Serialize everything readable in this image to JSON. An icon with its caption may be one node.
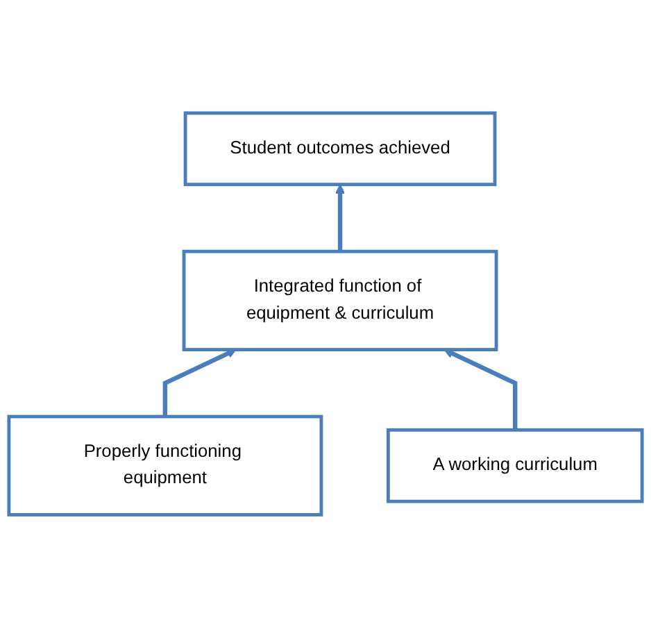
{
  "diagram": {
    "nodes": [
      {
        "text": [
          "Student outcomes achieved"
        ]
      },
      {
        "text": [
          "Integrated function of equipment & curriculum"
        ]
      },
      {
        "text": [
          "Properly functioning equipment"
        ]
      },
      {
        "text": [
          "A working curriculum"
        ]
      }
    ],
    "edges": [
      {
        "from": 1,
        "to": 0,
        "arrow": "to"
      },
      {
        "from": 2,
        "to": 1,
        "arrow": "to"
      },
      {
        "from": 3,
        "to": 1,
        "arrow": "to"
      }
    ]
  }
}
